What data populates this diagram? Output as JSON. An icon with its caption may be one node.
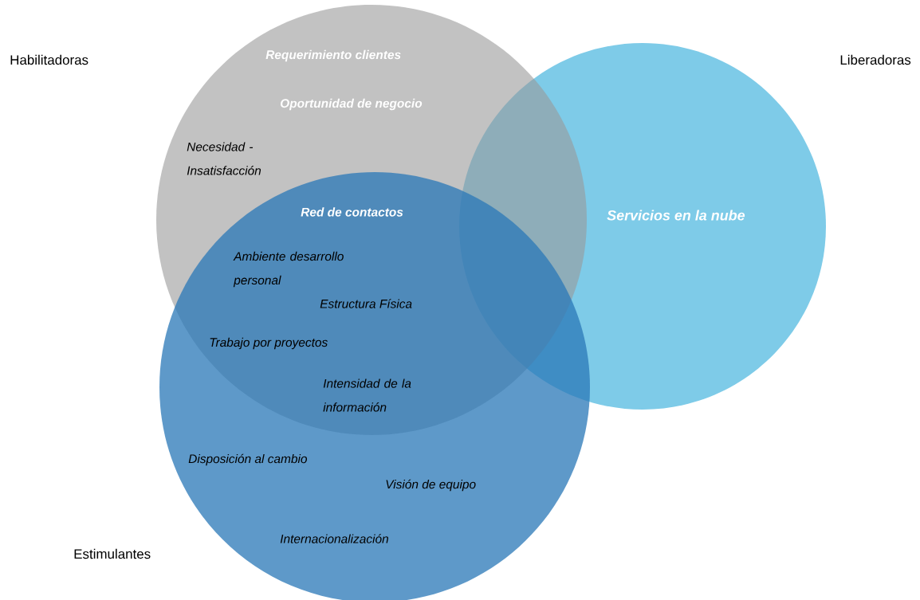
{
  "diagram": {
    "nodes": [
      {
        "text": [
          "Requerimiento clientes",
          "Oportunidad de negocio",
          "Necesidad - Insatisfacción"
        ]
      },
      {
        "text": [
          "Servicios en la nube"
        ]
      },
      {
        "text": [
          "Disposición al cambio",
          "Visión de equipo",
          "Internacionalización"
        ]
      }
    ],
    "labels": [
      "Habilitadoras",
      "Liberadoras",
      "Red de contactos",
      "Ambiente desarrollo personal",
      "Estructura Física",
      "Trabajo por proyectos",
      "Intensidad de la información",
      "Estimulantes"
    ]
  }
}
